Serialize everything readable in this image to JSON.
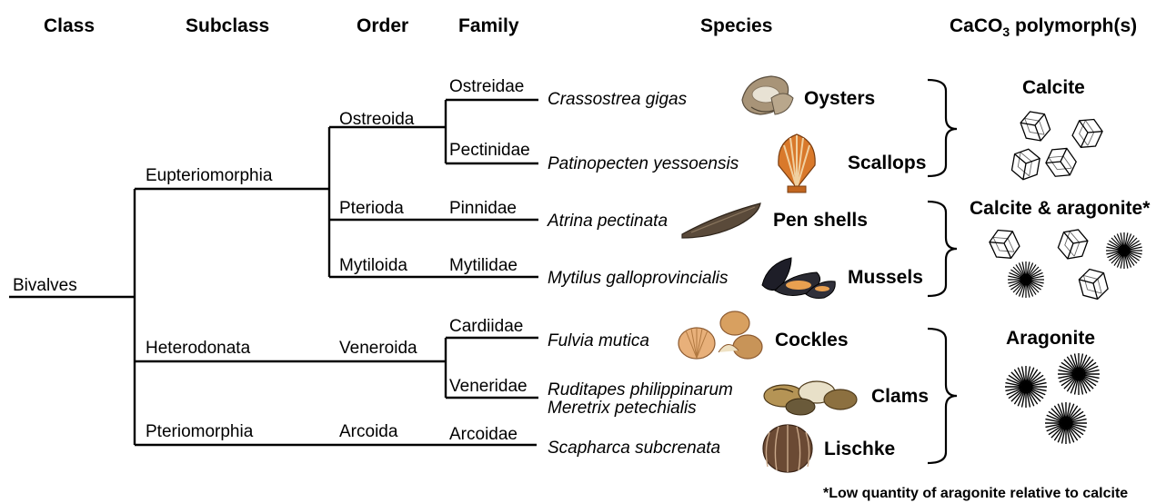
{
  "headers": {
    "class": "Class",
    "subclass": "Subclass",
    "order": "Order",
    "family": "Family",
    "species": "Species",
    "polymorph_prefix": "CaCO",
    "polymorph_sub": "3",
    "polymorph_suffix": " polymorph(s)"
  },
  "tree": {
    "class": "Bivalves",
    "subclasses": [
      "Eupteriomorphia",
      "Heterodonata",
      "Pteriomorphia"
    ],
    "orders": [
      "Ostreoida",
      "Pterioda",
      "Mytiloida",
      "Veneroida",
      "Arcoida"
    ],
    "families": [
      "Ostreidae",
      "Pectinidae",
      "Pinnidae",
      "Mytilidae",
      "Cardiidae",
      "Veneridae",
      "Arcoidae"
    ]
  },
  "species": [
    {
      "name": "Crassostrea gigas",
      "common": "Oysters",
      "icon": "oyster-icon"
    },
    {
      "name": "Patinopecten yessoensis",
      "common": "Scallops",
      "icon": "scallop-icon"
    },
    {
      "name": "Atrina pectinata",
      "common": "Pen shells",
      "icon": "pen-shell-icon"
    },
    {
      "name": "Mytilus galloprovincialis",
      "common": "Mussels",
      "icon": "mussel-icon"
    },
    {
      "name": "Fulvia mutica",
      "common": "Cockles",
      "icon": "cockle-icon"
    },
    {
      "name": "Ruditapes philippinarum",
      "name2": "Meretrix petechialis",
      "common": "Clams",
      "icon": "clam-icon"
    },
    {
      "name": "Scapharca subcrenata",
      "common": "Lischke",
      "icon": "ark-shell-icon"
    }
  ],
  "polymorphs": [
    {
      "label": "Calcite",
      "icon": "rhombohedral-crystal-icon"
    },
    {
      "label": "Calcite & aragonite*",
      "icon": "mixed-crystal-icon"
    },
    {
      "label": "Aragonite",
      "icon": "needle-crystal-icon"
    }
  ],
  "footnote": "*Low quantity of aragonite relative to calcite",
  "colors": {
    "line": "#000000",
    "oyster": "#9a8a74",
    "scallop": "#d9792b",
    "pen_shell": "#5a4a3a",
    "mussel": "#2a2a32",
    "cockle": "#d8a060",
    "clam": "#b59455",
    "ark": "#6b4a34"
  }
}
